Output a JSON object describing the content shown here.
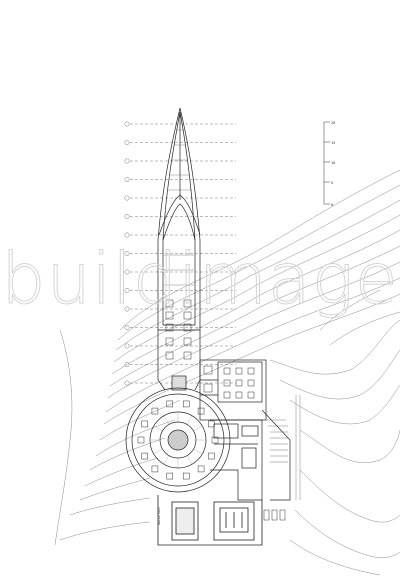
{
  "watermark": {
    "text": "buildimage"
  },
  "drawing": {
    "type": "architectural floor plan",
    "label_visible": "RECEPTION"
  },
  "scale_bar": {
    "ticks": [
      "20",
      "15",
      "10",
      "5",
      "0"
    ]
  }
}
